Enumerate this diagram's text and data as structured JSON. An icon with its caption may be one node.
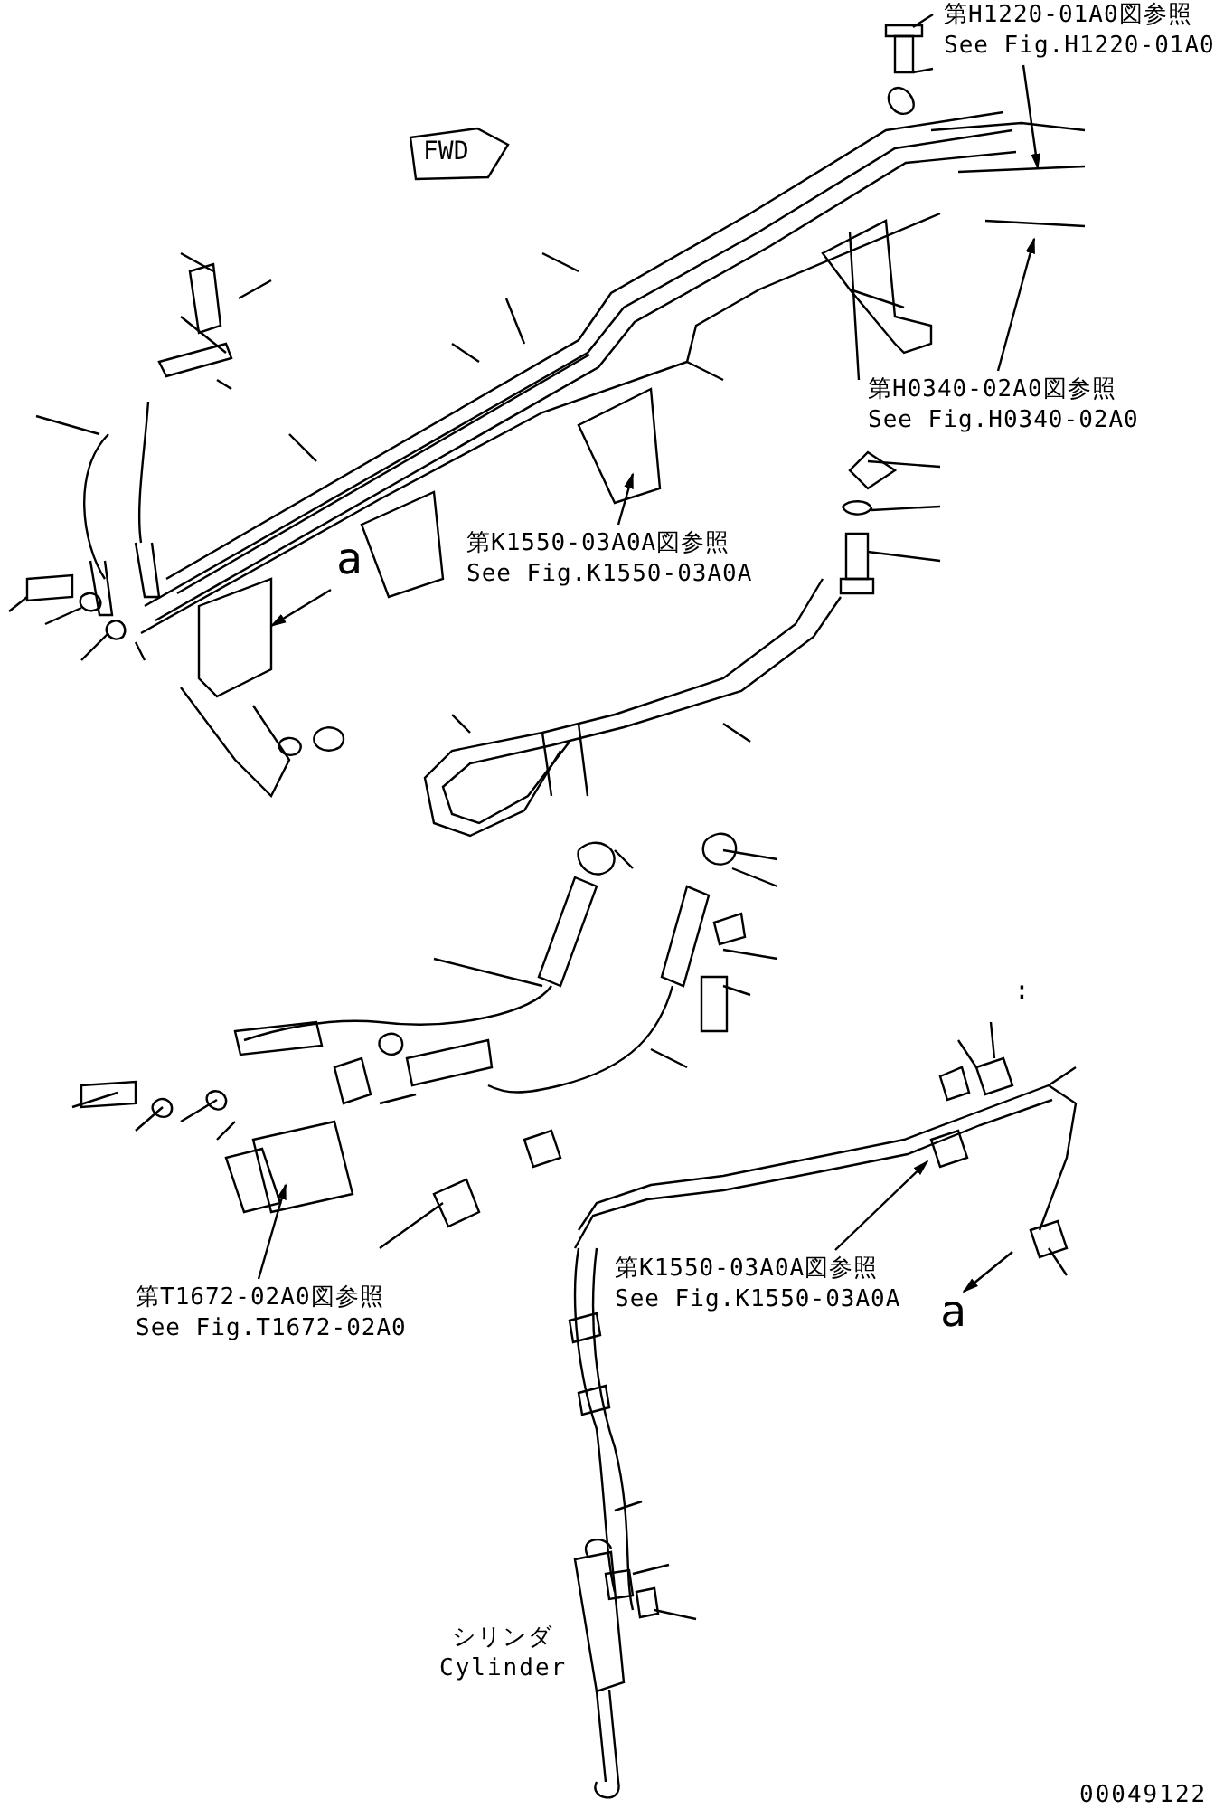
{
  "diagram": {
    "nodes": [
      {
        "text": [
          "FWD"
        ]
      },
      {
        "text": [
          "第H1220-01A0図参照",
          "See Fig.H1220-01A0"
        ]
      },
      {
        "text": [
          "第H0340-02A0図参照",
          "See Fig.H0340-02A0"
        ]
      },
      {
        "text": [
          "第K1550-03A0A図参照",
          "See Fig.K1550-03A0A"
        ]
      },
      {
        "text": [
          "第T1672-02A0図参照",
          "See Fig.T1672-02A0"
        ]
      },
      {
        "text": [
          "第K1550-03A0A図参照",
          "See Fig.K1550-03A0A"
        ]
      }
    ],
    "edges": [
      {
        "from": 1,
        "to": null,
        "arrow": "to"
      },
      {
        "from": 2,
        "to": null,
        "arrow": "to"
      },
      {
        "from": 3,
        "to": null,
        "arrow": "to"
      },
      {
        "from": 4,
        "to": null,
        "arrow": "to"
      },
      {
        "from": 5,
        "to": null,
        "arrow": "to"
      }
    ],
    "labels": [
      "a",
      ":",
      "a",
      "シリンダ",
      "Cylinder",
      "00049122"
    ]
  }
}
